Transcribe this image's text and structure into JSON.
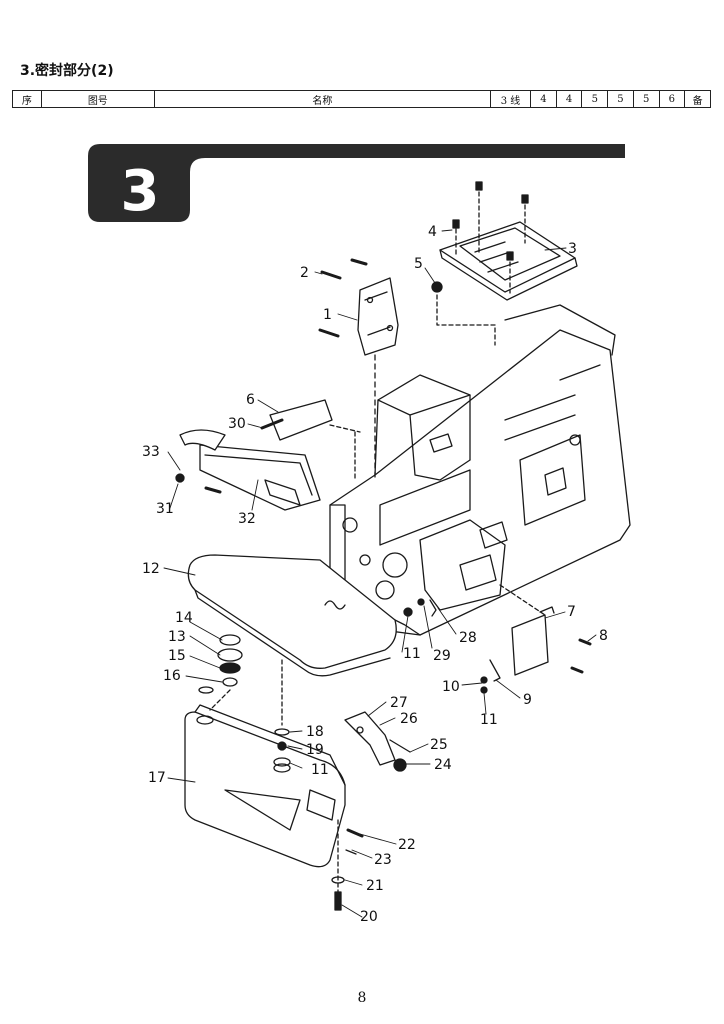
{
  "page": {
    "section_title": "3.密封部分(2)",
    "page_number": "8"
  },
  "table_header": {
    "columns": [
      "序",
      "图号",
      "名称",
      "3 线",
      "4",
      "4",
      "5",
      "5",
      "5",
      "6",
      "备"
    ]
  },
  "diagram": {
    "badge_number": "3",
    "callouts": [
      "1",
      "2",
      "3",
      "4",
      "5",
      "6",
      "7",
      "8",
      "9",
      "10",
      "11",
      "11",
      "11",
      "11",
      "12",
      "13",
      "14",
      "15",
      "16",
      "17",
      "18",
      "19",
      "20",
      "21",
      "22",
      "23",
      "24",
      "25",
      "26",
      "27",
      "28",
      "29",
      "30",
      "31",
      "32",
      "33"
    ]
  }
}
